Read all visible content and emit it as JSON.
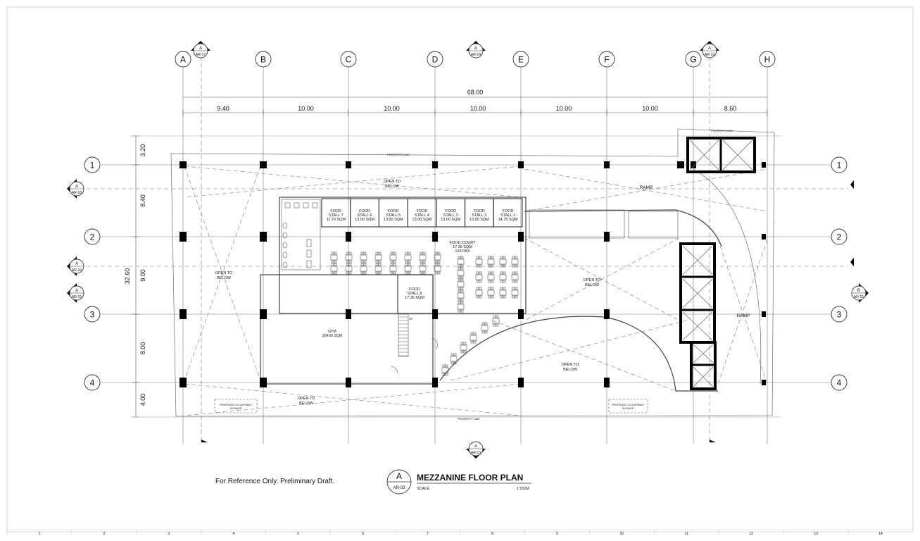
{
  "grid": {
    "columns": [
      "A",
      "B",
      "C",
      "D",
      "E",
      "F",
      "G",
      "H"
    ],
    "rows": [
      "1",
      "2",
      "3",
      "4"
    ]
  },
  "dimensions": {
    "overall": "68.00",
    "bays": [
      "9.40",
      "10.00",
      "10.00",
      "10.00",
      "10.00",
      "10.00",
      "8.60"
    ],
    "overall_vertical": "32.60",
    "vertical": [
      "3.20",
      "8.40",
      "9.00",
      "8.00",
      "4.00"
    ]
  },
  "section_markers": [
    {
      "id": "top-a17",
      "letter": "A",
      "ref": "AR-17"
    },
    {
      "id": "top-a14",
      "letter": "A",
      "ref": "AR-14"
    },
    {
      "id": "top-a19",
      "letter": "A",
      "ref": "AR-19"
    },
    {
      "id": "left-a18",
      "letter": "A",
      "ref": "AR-18"
    },
    {
      "id": "left-a16",
      "letter": "A",
      "ref": "AR-16"
    },
    {
      "id": "left-a15",
      "letter": "A",
      "ref": "AR-15"
    },
    {
      "id": "right-b15",
      "letter": "B",
      "ref": "AR-15"
    },
    {
      "id": "bottom-a13",
      "letter": "A",
      "ref": "AR-13"
    }
  ],
  "stalls": [
    {
      "name": "FOOD\nSTALL 7",
      "area": "11.70 SQM"
    },
    {
      "name": "FOOD\nSTALL 6",
      "area": "13.00 SQM"
    },
    {
      "name": "FOOD\nSTALL 5",
      "area": "13.00 SQM"
    },
    {
      "name": "FOOD\nSTALL 4",
      "area": "13.00 SQM"
    },
    {
      "name": "FOOD\nSTALL 3",
      "area": "13.00 SQM"
    },
    {
      "name": "FOOD\nSTALL 2",
      "area": "13.00 SQM"
    },
    {
      "name": "FOOD\nSTALL 1",
      "area": "14.75 SQM"
    }
  ],
  "stall8": {
    "line1": "FOOD",
    "line2": "STALL 8",
    "area": "17.36 SQM"
  },
  "food_court": {
    "title": "FOOD COURT",
    "area": "17.36 SQM",
    "pax": "109 PAX"
  },
  "gym": {
    "name": "GYM",
    "area": "204.66 SQM"
  },
  "labels": {
    "open_to": "OPEN TO",
    "below": "BELOW",
    "ramp": "RAMP",
    "property_line": "PROPERTY LINE",
    "proposed": "PROPOSED COLLAPSIBLE",
    "proposed2": "SIGNAGE",
    "up": "UP"
  },
  "title_block": {
    "letter": "A",
    "sheet": "AR-03",
    "title": "MEZZANINE FLOOR PLAN",
    "scale_label": "SCALE",
    "scale_value": "1:150M",
    "note": "For Reference Only. Preliminary Draft."
  },
  "ruler": [
    "1",
    "2",
    "3",
    "4",
    "5",
    "6",
    "7",
    "8",
    "9",
    "10",
    "11",
    "12",
    "13",
    "14"
  ]
}
